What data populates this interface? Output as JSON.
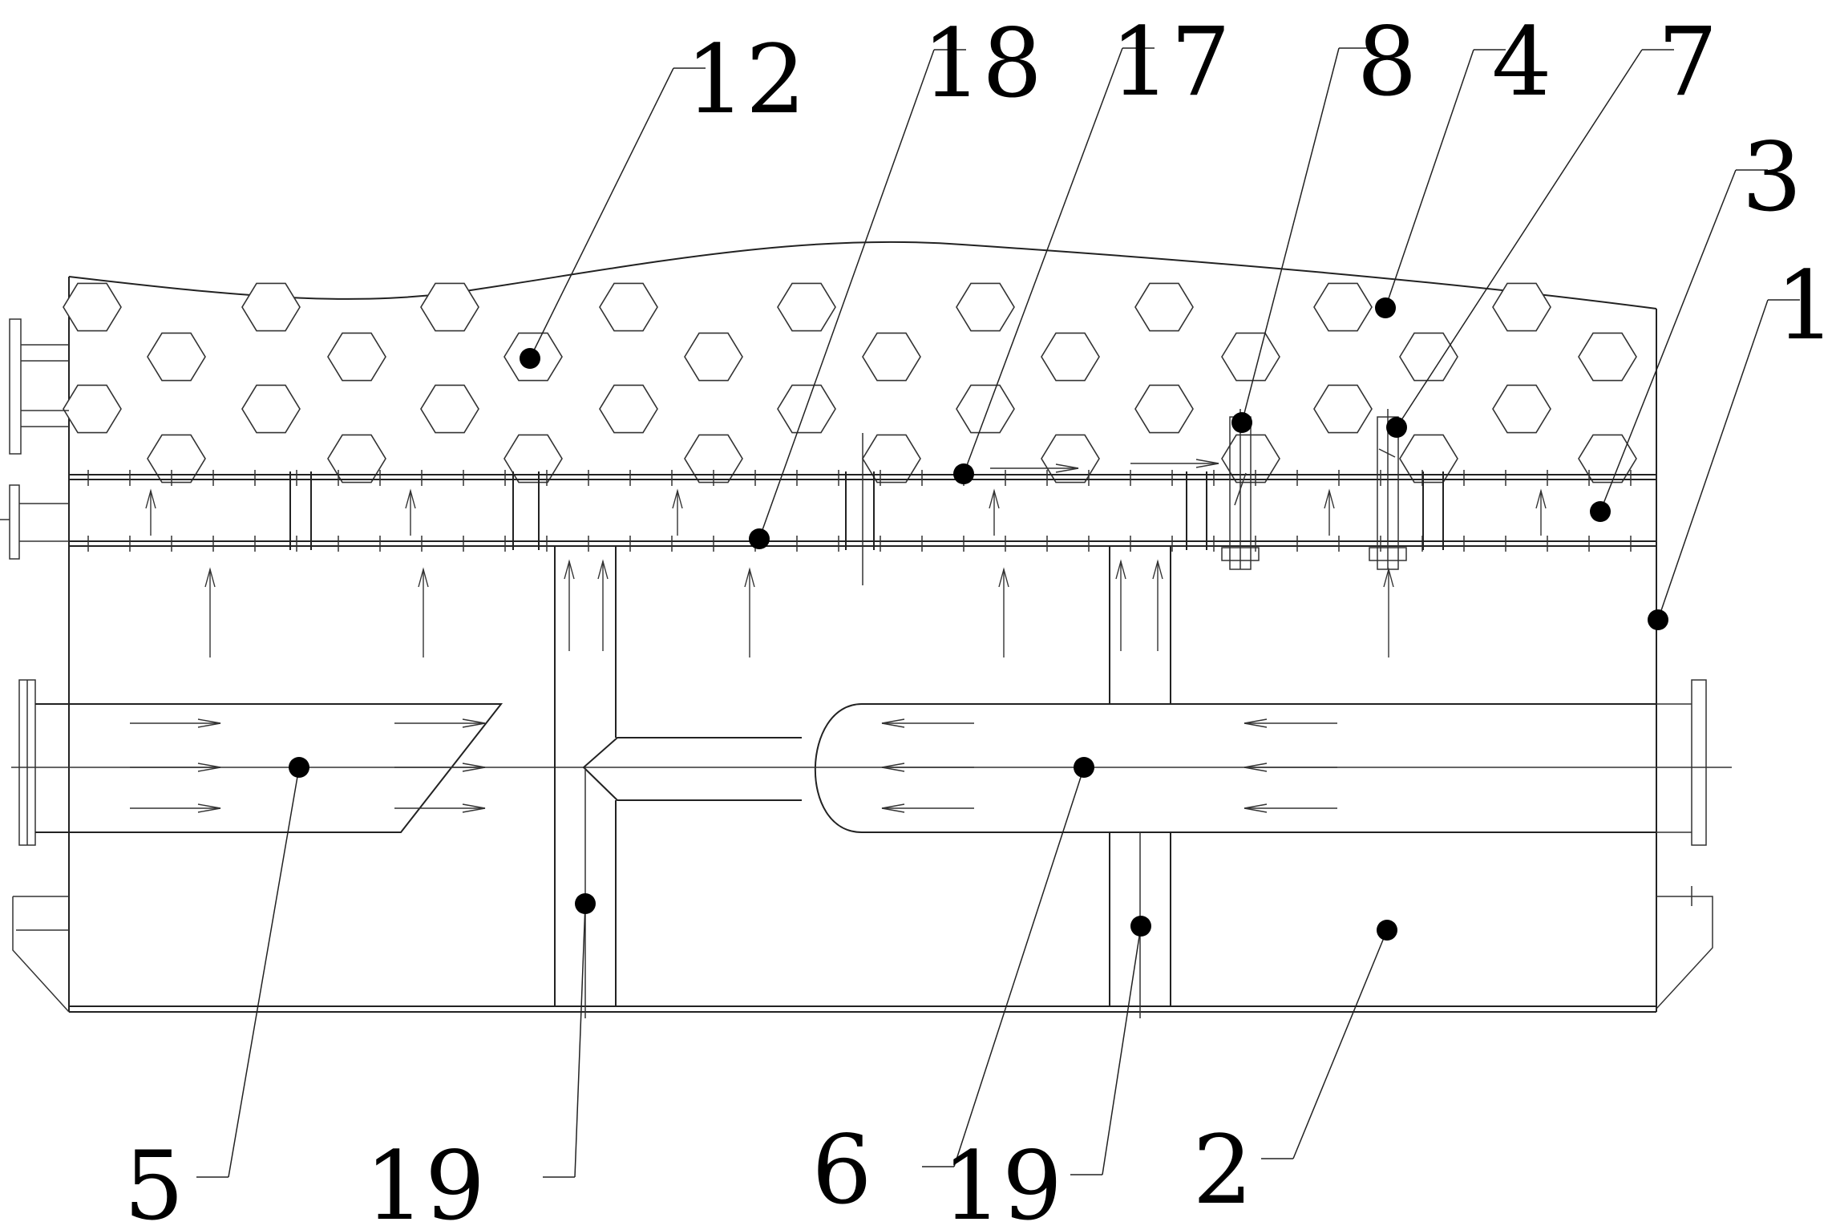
{
  "diagram": {
    "callouts": [
      {
        "id": "12",
        "label": "12"
      },
      {
        "id": "18",
        "label": "18"
      },
      {
        "id": "17",
        "label": "17"
      },
      {
        "id": "8",
        "label": "8"
      },
      {
        "id": "4",
        "label": "4"
      },
      {
        "id": "7",
        "label": "7"
      },
      {
        "id": "3",
        "label": "3"
      },
      {
        "id": "1",
        "label": "1"
      },
      {
        "id": "5",
        "label": "5"
      },
      {
        "id": "19a",
        "label": "19"
      },
      {
        "id": "6",
        "label": "6"
      },
      {
        "id": "19b",
        "label": "19"
      },
      {
        "id": "2",
        "label": "2"
      }
    ]
  }
}
